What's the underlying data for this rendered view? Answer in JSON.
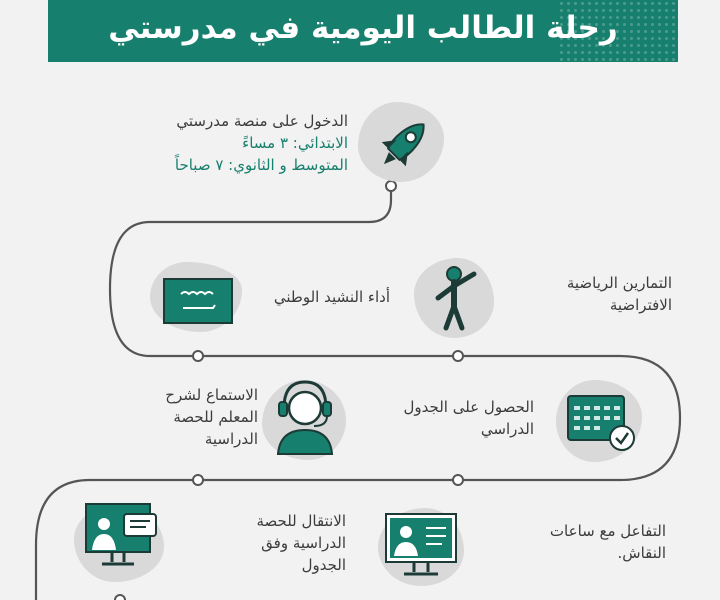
{
  "header": {
    "title": "رحلة الطالب اليومية في مدرستي"
  },
  "steps": {
    "login": {
      "line1": "الدخول على منصة مدرستي",
      "line2": "الابتدائي: ٣ مساءً",
      "line3": "المتوسط و الثانوي: ٧ صباحاً",
      "icon": "rocket-icon"
    },
    "anthem": {
      "label": "أداء النشيد الوطني",
      "icon": "saudi-flag-icon"
    },
    "exercise": {
      "line1": "التمارين الرياضية",
      "line2": "الافتراضية",
      "icon": "exercising-person-icon"
    },
    "lecture": {
      "line1": "الاستماع لشرح",
      "line2": "المعلم للحصة",
      "line3": "الدراسية",
      "icon": "headset-teacher-icon"
    },
    "schedule": {
      "line1": "الحصول على الجدول",
      "line2": "الدراسي",
      "icon": "calendar-check-icon"
    },
    "move": {
      "line1": "الانتقال للحصة",
      "line2": "الدراسية وفق",
      "line3": "الجدول",
      "icon": "teacher-screen-icon"
    },
    "interact": {
      "line1": "التفاعل مع ساعات",
      "line2": "النقاش.",
      "icon": "discussion-screen-icon"
    }
  },
  "colors": {
    "brand": "#177f6d",
    "path": "#555555",
    "blob": "#d9d9d9"
  }
}
